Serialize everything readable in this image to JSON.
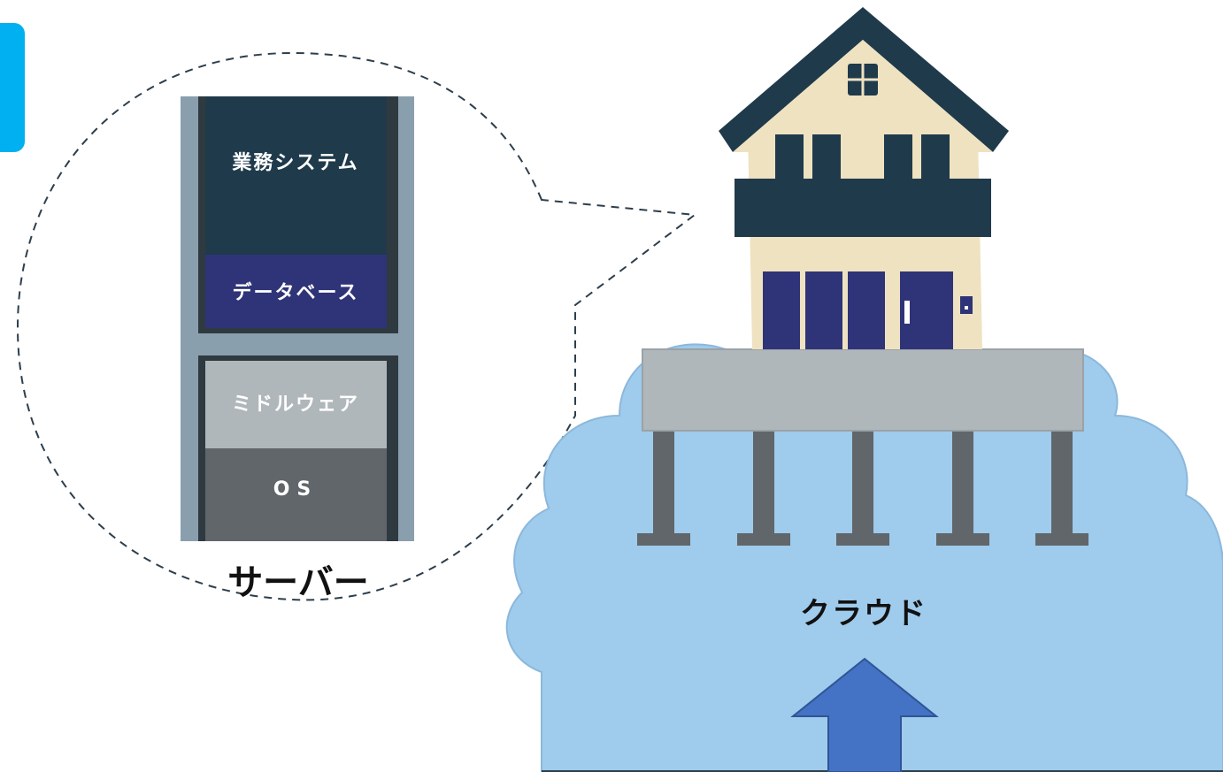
{
  "diagram": {
    "server": {
      "label": "サーバー",
      "layers": [
        {
          "name": "業務システム",
          "color": "#1f3a4b"
        },
        {
          "name": "データベース",
          "color": "#2f3478"
        },
        {
          "name": "ミドルウェア",
          "color": "#b0b7bb"
        },
        {
          "name": "OS",
          "color": "#606669"
        }
      ],
      "frame_color": "#8a9fae"
    },
    "cloud": {
      "label": "クラウド",
      "color": "#9fcbec"
    },
    "colors": {
      "accent_tab": "#00b0f0",
      "house_wall": "#efe2c0",
      "house_roof": "#1f3a4b",
      "house_doors": "#2f3478",
      "platform": "#b0b7bb",
      "pillars": "#606669",
      "arrow": "#4472c4"
    },
    "icons": [
      "house-icon",
      "cloud-icon",
      "up-arrow-icon"
    ]
  }
}
